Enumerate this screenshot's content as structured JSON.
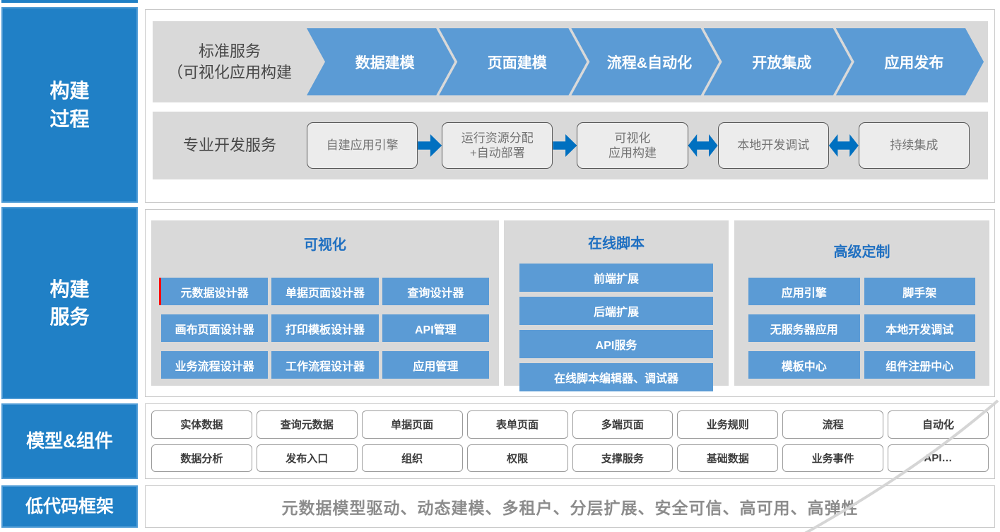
{
  "colors": {
    "side_label_blue": "#2080C6",
    "step_blue": "#5B9BD5",
    "arrow_blue": "#0070C0",
    "panel_gray": "#D9D9D9",
    "panel_title_blue": "#1E6FC1",
    "accent_red": "#FF0000"
  },
  "build_process": {
    "side_label": [
      "构建",
      "过程"
    ],
    "standard_service": {
      "label_lines": [
        "标准服务",
        "（可视化应用构建"
      ],
      "steps": [
        "数据建模",
        "页面建模",
        "流程&自动化",
        "开放集成",
        "应用发布"
      ]
    },
    "professional_service": {
      "label": "专业开发服务",
      "steps": [
        {
          "line1": "自建应用引擎",
          "line2": ""
        },
        {
          "line1": "运行资源分配",
          "line2": "+自动部署"
        },
        {
          "line1": "可视化",
          "line2": "应用构建"
        },
        {
          "line1": "本地开发调试",
          "line2": ""
        },
        {
          "line1": "持续集成",
          "line2": ""
        }
      ]
    }
  },
  "build_services": {
    "side_label": [
      "构建",
      "服务"
    ],
    "visualization": {
      "title": "可视化",
      "items": [
        "元数据设计器",
        "单据页面设计器",
        "查询设计器",
        "画布页面设计器",
        "打印模板设计器",
        "API管理",
        "业务流程设计器",
        "工作流程设计器",
        "应用管理"
      ]
    },
    "online_script": {
      "title": "在线脚本",
      "items": [
        "前端扩展",
        "后端扩展",
        "API服务",
        "在线脚本编辑器、调试器"
      ]
    },
    "advanced_custom": {
      "title": "高级定制",
      "items": [
        "应用引擎",
        "脚手架",
        "无服务器应用",
        "本地开发调试",
        "模板中心",
        "组件注册中心"
      ]
    }
  },
  "models_components": {
    "side_label": "模型&组件",
    "items": [
      "实体数据",
      "查询元数据",
      "单据页面",
      "表单页面",
      "多端页面",
      "业务规则",
      "流程",
      "自动化",
      "数据分析",
      "发布入口",
      "组织",
      "权限",
      "支撑服务",
      "基础数据",
      "业务事件",
      "API…"
    ]
  },
  "lowcode_framework": {
    "side_label": "低代码框架",
    "text": "元数据模型驱动、动态建模、多租户、分层扩展、安全可信、高可用、高弹性"
  }
}
